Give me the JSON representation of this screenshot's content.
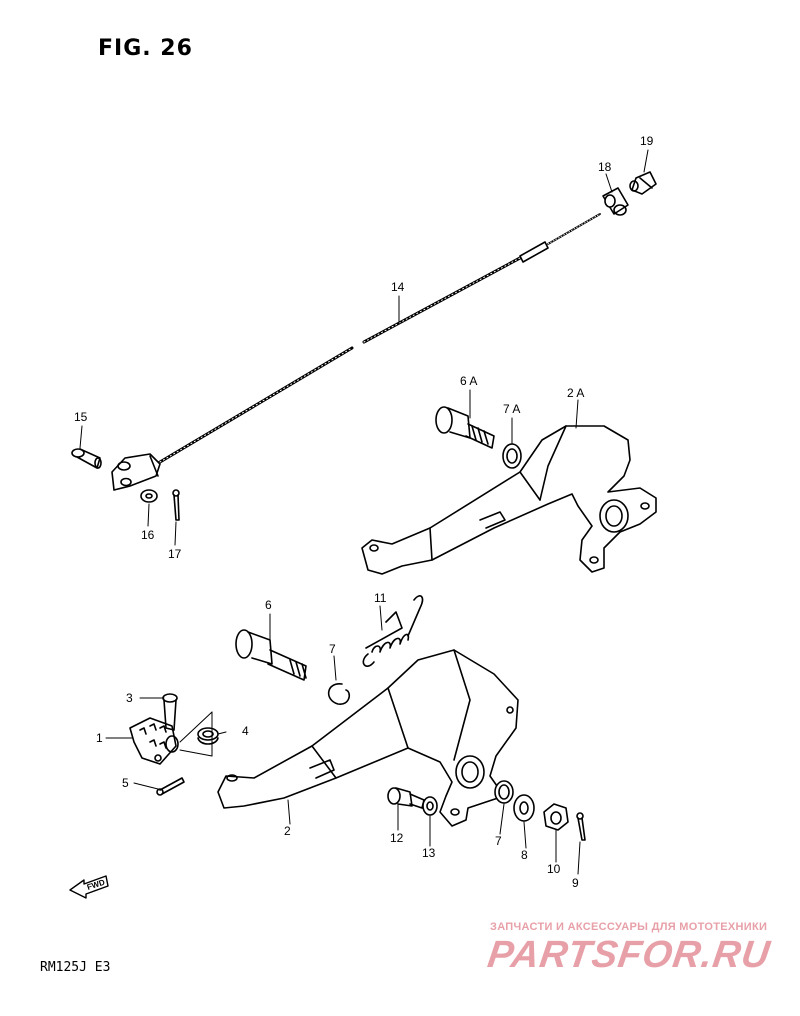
{
  "title": "FIG. 26",
  "model_code": "RM125J E3",
  "fwd_label": "FWD",
  "watermark": {
    "tagline": "ЗАПЧАСТИ И АКСЕССУАРЫ ДЛЯ МОТОТЕХНИКИ",
    "logo": "PARTSFOR.RU",
    "color": "#e8a0a8"
  },
  "callouts": [
    {
      "id": "c1",
      "label": "1"
    },
    {
      "id": "c2",
      "label": "2"
    },
    {
      "id": "c2a",
      "label": "2 A"
    },
    {
      "id": "c3",
      "label": "3"
    },
    {
      "id": "c4",
      "label": "4"
    },
    {
      "id": "c5",
      "label": "5"
    },
    {
      "id": "c6",
      "label": "6"
    },
    {
      "id": "c6a",
      "label": "6 A"
    },
    {
      "id": "c7",
      "label": "7"
    },
    {
      "id": "c7b",
      "label": "7"
    },
    {
      "id": "c7a",
      "label": "7 A"
    },
    {
      "id": "c8",
      "label": "8"
    },
    {
      "id": "c9",
      "label": "9"
    },
    {
      "id": "c10",
      "label": "10"
    },
    {
      "id": "c11",
      "label": "11"
    },
    {
      "id": "c12",
      "label": "12"
    },
    {
      "id": "c13",
      "label": "13"
    },
    {
      "id": "c14",
      "label": "14"
    },
    {
      "id": "c15",
      "label": "15"
    },
    {
      "id": "c16",
      "label": "16"
    },
    {
      "id": "c17",
      "label": "17"
    },
    {
      "id": "c18",
      "label": "18"
    },
    {
      "id": "c19",
      "label": "19"
    }
  ]
}
